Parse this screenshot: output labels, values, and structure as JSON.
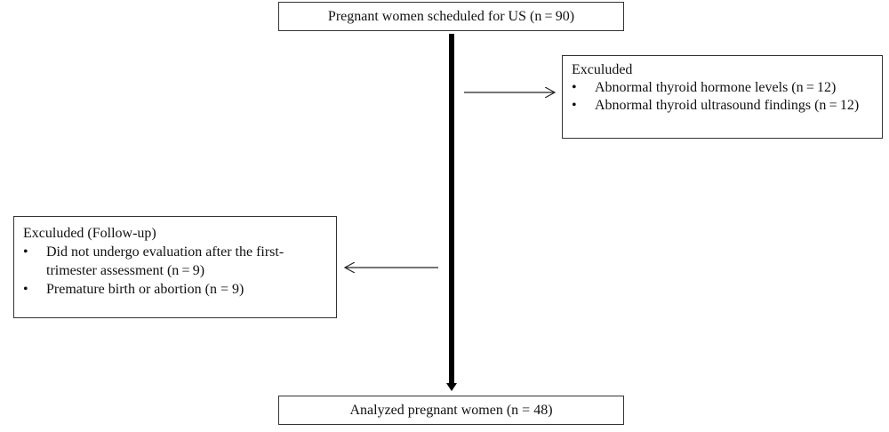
{
  "flowchart": {
    "top_box": {
      "text": "Pregnant women scheduled for US (n = 90)"
    },
    "exclusion_right": {
      "heading": "Exculuded",
      "items": [
        "Abnormal thyroid hormone levels (n = 12)",
        "Abnormal thyroid ultrasound findings (n = 12)"
      ]
    },
    "exclusion_left": {
      "heading": "Exculuded (Follow-up)",
      "items": [
        "Did not undergo evaluation after the first-trimester assessment (n = 9)",
        "Premature birth or abortion (n = 9)"
      ]
    },
    "bottom_box": {
      "text": "Analyzed pregnant women (n = 48)"
    },
    "bullet_symbol": "•"
  }
}
